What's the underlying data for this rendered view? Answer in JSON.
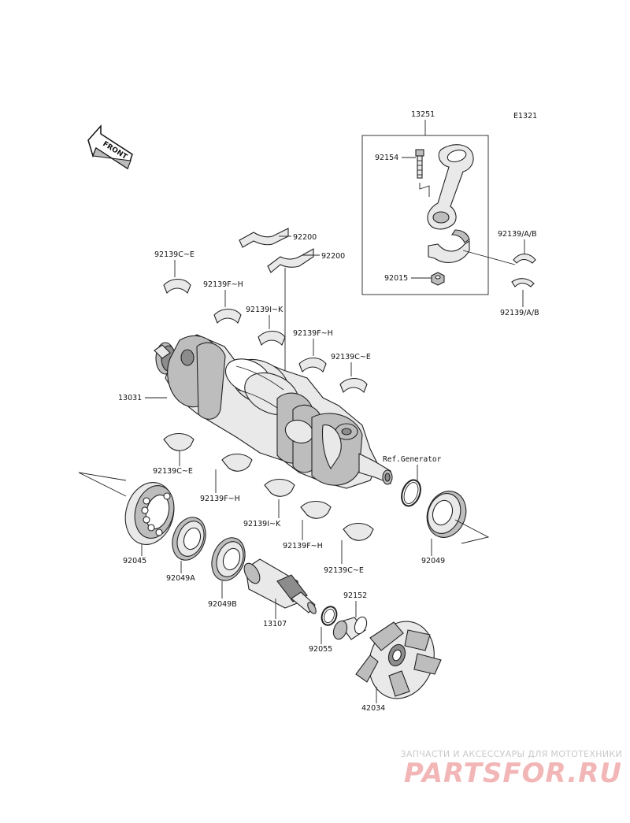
{
  "diagram_code": "E1321",
  "labels": {
    "conrod_assy": "13251",
    "conrod_bolt": "92154",
    "conrod_nut": "92015",
    "conrod_bearing_top": "92139/A/B",
    "conrod_bearing_bottom": "92139/A/B",
    "bearing_92200_a": "92200",
    "bearing_92200_b": "92200",
    "bearing_ce_1": "92139C~E",
    "bearing_fh_1": "92139F~H",
    "bearing_ik_1": "92139I~K",
    "bearing_fh_2": "92139F~H",
    "bearing_ce_2": "92139C~E",
    "crankshaft": "13031",
    "bearing_ce_3": "92139C~E",
    "bearing_fh_3": "92139F~H",
    "bearing_ik_2": "92139I~K",
    "bearing_fh_4": "92139F~H",
    "bearing_ce_4": "92139C~E",
    "ref_generator": "Ref.Generator",
    "ball_bearing": "92045",
    "seal_a": "92049A",
    "seal_b": "92049B",
    "shaft": "13107",
    "oring": "92055",
    "collar": "92152",
    "seal_right": "92049",
    "coupling": "42034"
  },
  "front_badge": "FRONT",
  "watermark": {
    "caption": "ЗАПЧАСТИ И АКСЕССУАРЫ ДЛЯ МОТОТЕХНИКИ",
    "logo": "PARTSFOR.RU"
  }
}
